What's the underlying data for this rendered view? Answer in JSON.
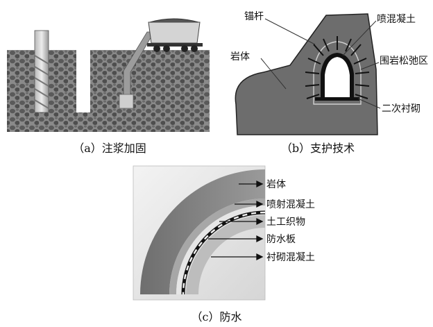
{
  "panels": {
    "a": {
      "caption": "（a）注浆加固"
    },
    "b": {
      "caption": "（b）支护技术",
      "labels": {
        "rock_bolt": "锚杆",
        "shotcrete": "喷混凝土",
        "rock_mass": "岩体",
        "loose_zone": "围岩松弛区",
        "secondary_lining": "二次衬砌"
      }
    },
    "c": {
      "caption": "（c）防水",
      "labels": [
        "岩体",
        "喷射混凝土",
        "土工织物",
        "防水板",
        "衬砌混凝土"
      ]
    }
  },
  "colors": {
    "soil": "#7a7a7a",
    "soil_dark": "#4a4a4a",
    "rock": "#6b6b6b",
    "lining": "#111111"
  }
}
